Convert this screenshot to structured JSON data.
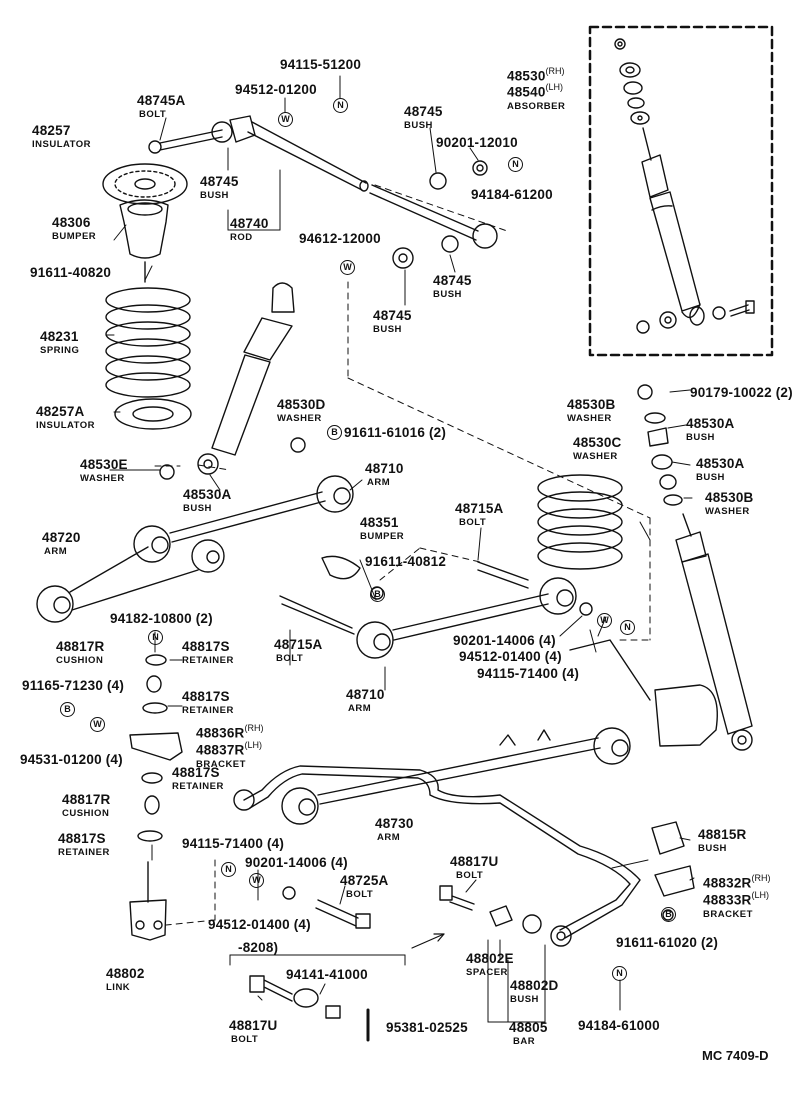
{
  "diagram_ref": "MC 7409-D",
  "production_change": "-8208)",
  "parts": [
    {
      "no": "94115-51200",
      "desc": ""
    },
    {
      "no": "94512-01200",
      "desc": ""
    },
    {
      "no": "48745A",
      "desc": "BOLT"
    },
    {
      "no": "48257",
      "desc": "INSULATOR"
    },
    {
      "no": "48745",
      "desc": "BUSH"
    },
    {
      "no": "90201-12010",
      "desc": ""
    },
    {
      "no": "94184-61200",
      "desc": ""
    },
    {
      "no": "48745",
      "desc": "BUSH"
    },
    {
      "no": "48740",
      "desc": "ROD"
    },
    {
      "no": "48306",
      "desc": "BUMPER"
    },
    {
      "no": "94612-12000",
      "desc": ""
    },
    {
      "no": "91611-40820",
      "desc": ""
    },
    {
      "no": "48745",
      "desc": "BUSH"
    },
    {
      "no": "48745",
      "desc": "BUSH"
    },
    {
      "no": "48231",
      "desc": "SPRING"
    },
    {
      "no": "48257A",
      "desc": "INSULATOR"
    },
    {
      "no": "48530D",
      "desc": "WASHER"
    },
    {
      "no": "91611-61016 (2)",
      "desc": ""
    },
    {
      "no": "48530E",
      "desc": "WASHER"
    },
    {
      "no": "48530A",
      "desc": "BUSH"
    },
    {
      "no": "48710",
      "desc": "ARM"
    },
    {
      "no": "48720",
      "desc": "ARM"
    },
    {
      "no": "48351",
      "desc": "BUMPER"
    },
    {
      "no": "91611-40812",
      "desc": ""
    },
    {
      "no": "48715A",
      "desc": "BOLT"
    },
    {
      "no": "94182-10800 (2)",
      "desc": ""
    },
    {
      "no": "48817R",
      "desc": "CUSHION"
    },
    {
      "no": "48817S",
      "desc": "RETAINER"
    },
    {
      "no": "91165-71230 (4)",
      "desc": ""
    },
    {
      "no": "48817S",
      "desc": "RETAINER"
    },
    {
      "no": "48715A",
      "desc": "BOLT"
    },
    {
      "no": "90201-14006 (4)",
      "desc": ""
    },
    {
      "no": "94512-01400 (4)",
      "desc": ""
    },
    {
      "no": "94115-71400 (4)",
      "desc": ""
    },
    {
      "no": "48710",
      "desc": "ARM"
    },
    {
      "no": "48836R",
      "desc": ""
    },
    {
      "no": "48837R",
      "desc": "BRACKET"
    },
    {
      "no": "94531-01200 (4)",
      "desc": ""
    },
    {
      "no": "48817S",
      "desc": "RETAINER"
    },
    {
      "no": "48817R",
      "desc": "CUSHION"
    },
    {
      "no": "48817S",
      "desc": "RETAINER"
    },
    {
      "no": "48730",
      "desc": "ARM"
    },
    {
      "no": "94115-71400 (4)",
      "desc": ""
    },
    {
      "no": "90201-14006 (4)",
      "desc": ""
    },
    {
      "no": "48725A",
      "desc": "BOLT"
    },
    {
      "no": "94512-01400 (4)",
      "desc": ""
    },
    {
      "no": "48817U",
      "desc": "BOLT"
    },
    {
      "no": "48815R",
      "desc": "BUSH"
    },
    {
      "no": "48832R",
      "desc": ""
    },
    {
      "no": "48833R",
      "desc": "BRACKET"
    },
    {
      "no": "91611-61020 (2)",
      "desc": ""
    },
    {
      "no": "48802",
      "desc": "LINK"
    },
    {
      "no": "94141-41000",
      "desc": ""
    },
    {
      "no": "48802E",
      "desc": "SPACER"
    },
    {
      "no": "48802D",
      "desc": "BUSH"
    },
    {
      "no": "48817U",
      "desc": "BOLT"
    },
    {
      "no": "95381-02525",
      "desc": ""
    },
    {
      "no": "48805",
      "desc": "BAR"
    },
    {
      "no": "94184-61000",
      "desc": ""
    },
    {
      "no": "48530",
      "desc": ""
    },
    {
      "no": "48540",
      "desc": "ABSORBER"
    },
    {
      "no": "90179-10022 (2)",
      "desc": ""
    },
    {
      "no": "48530B",
      "desc": "WASHER"
    },
    {
      "no": "48530A",
      "desc": "BUSH"
    },
    {
      "no": "48530C",
      "desc": "WASHER"
    },
    {
      "no": "48530A",
      "desc": "BUSH"
    },
    {
      "no": "48530B",
      "desc": "WASHER"
    }
  ],
  "suffixes": {
    "rh": "(RH)",
    "lh": "(LH)"
  },
  "markers": {
    "n": "N",
    "w": "W",
    "b": "B"
  }
}
